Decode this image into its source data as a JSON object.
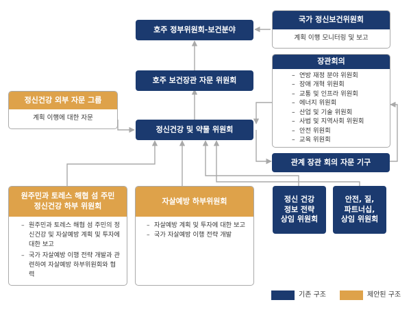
{
  "nodes": {
    "gov_health": {
      "title": "호주 정부위원회-보건분야"
    },
    "minister_advisory": {
      "title": "호주 보건장관 자문 위원회"
    },
    "mh_drug": {
      "title": "정신건강 및 약물 위원회"
    },
    "national_mh_commission": {
      "title": "국가 정신보건위원회",
      "body": "계획 이행 모니터링 및 보고"
    },
    "ministerial_council": {
      "title": "장관회의",
      "items": [
        "연방 재정 분야 위원회",
        "장애 개혁 위원회",
        "교통 및 인프라 위원회",
        "에너지 위원회",
        "산업 및 기술 위원회",
        "사법 및 지역사회 위원회",
        "안전 위원회",
        "교육 위원회"
      ]
    },
    "advisory_body": {
      "title": "관계 장관 회의 자문 기구"
    },
    "external_group": {
      "title": "정신건강 외부 자문 그룹",
      "body": "계획 이행에 대한 자문"
    },
    "indigenous": {
      "title_line1": "원주민과 토레스 해협 섬 주민",
      "title_line2": "정신건강 하부 위원회",
      "items": [
        "원주민과 토레스 해협 섬 주민의 정신건강 및 자살예방 계획 및 투자에 대한 보고",
        "국가 자살예방 이행 전략 개발과 관련하여 자살예방 하부위원회와 협력"
      ]
    },
    "suicide_prevention": {
      "title": "자살예방 하부위원회",
      "items": [
        "자살예방 계획 및 투자에 대한 보고",
        "국가 자살예방 이행 전략 개발"
      ]
    },
    "info_strategy": {
      "line1": "정신 건강",
      "line2": "정보 전략",
      "line3": "상임 위원회"
    },
    "safety_quality": {
      "line1": "안전, 질,",
      "line2": "파트너십,",
      "line3": "상임 위원회"
    }
  },
  "legend": {
    "existing": {
      "label": "기존 구조",
      "color": "#1b3a6f"
    },
    "proposed": {
      "label": "제안된 구조",
      "color": "#dea24a"
    }
  },
  "colors": {
    "navy": "#1b3a6f",
    "gold": "#dea24a",
    "connector": "#a9a9a9"
  }
}
